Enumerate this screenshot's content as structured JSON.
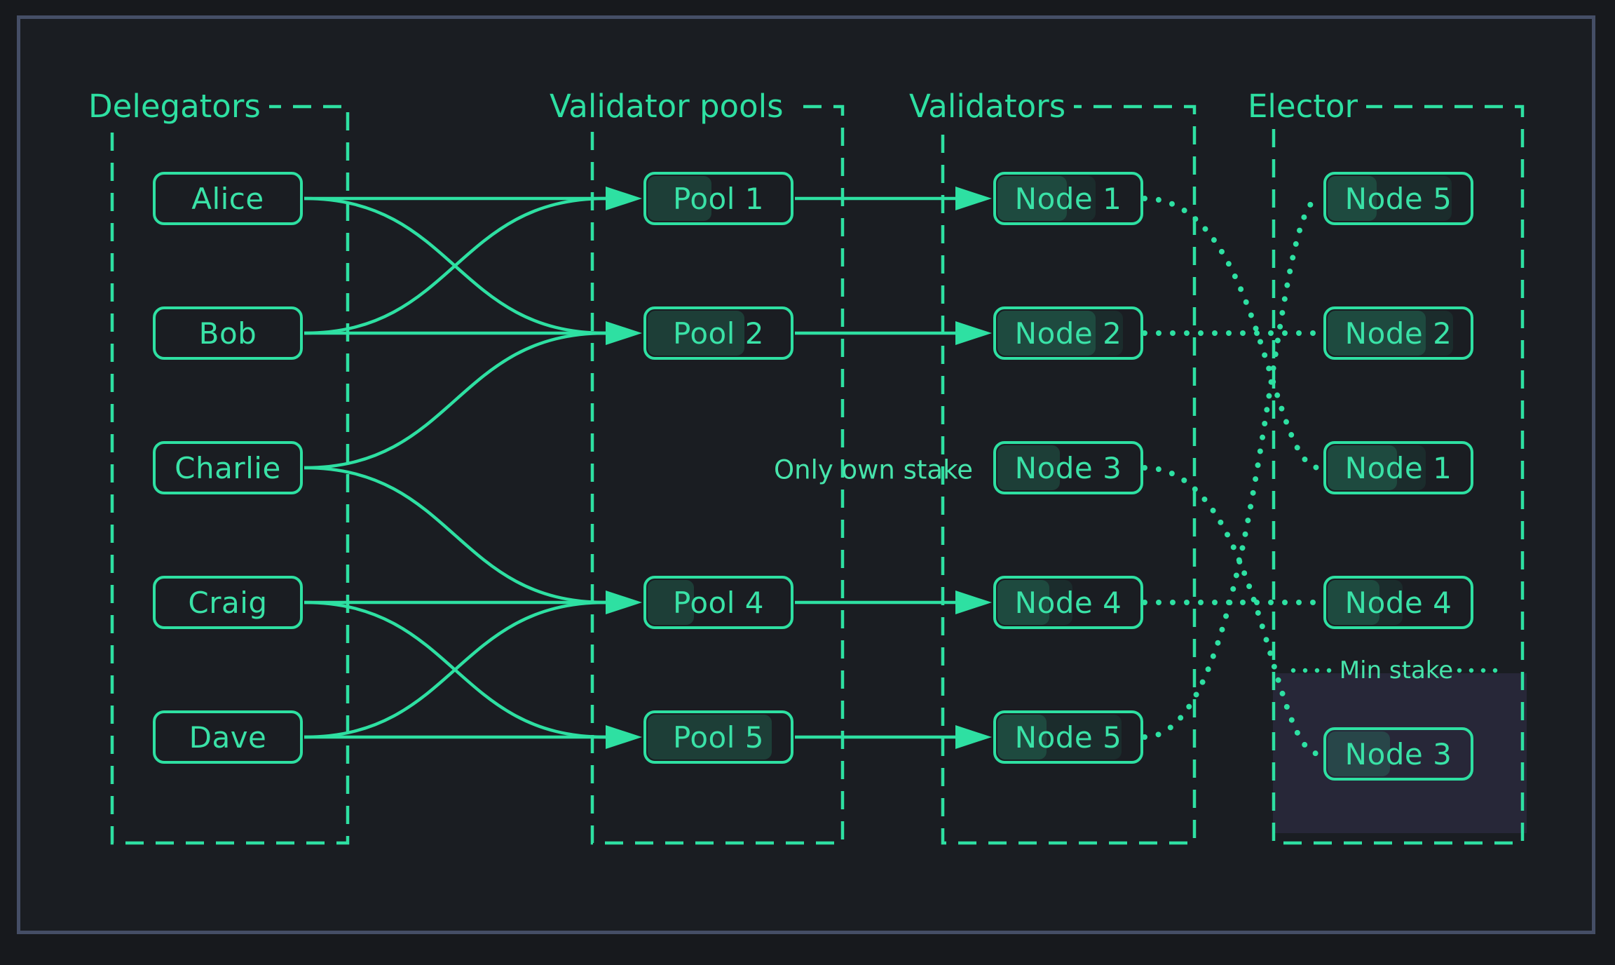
{
  "diagram_title": "Delegated staking / validator election diagram",
  "colors": {
    "accent_green": "#2ee0a2",
    "canvas_background": "#1a1d22",
    "outer_background": "#17191d",
    "frame_border": "#454e66",
    "stake_fill_strong": "rgba(46,224,162,0.17)",
    "stake_fill_light": "rgba(46,224,162,0.08)",
    "min_stake_region": "rgba(128,112,208,0.13)"
  },
  "columns": [
    {
      "id": "delegators",
      "title": "Delegators",
      "boxes": [
        {
          "id": "alice",
          "label": "Alice",
          "row": 0
        },
        {
          "id": "bob",
          "label": "Bob",
          "row": 1
        },
        {
          "id": "charlie",
          "label": "Charlie",
          "row": 2
        },
        {
          "id": "craig",
          "label": "Craig",
          "row": 3
        },
        {
          "id": "dave",
          "label": "Dave",
          "row": 4
        }
      ]
    },
    {
      "id": "pools",
      "title": "Validator pools",
      "boxes": [
        {
          "id": "pool1",
          "label": "Pool 1",
          "row": 0,
          "stake_fill": 0.44
        },
        {
          "id": "pool2",
          "label": "Pool 2",
          "row": 1,
          "stake_fill": 0.67
        },
        {
          "id": "pool4",
          "label": "Pool 4",
          "row": 3,
          "stake_fill": 0.32
        },
        {
          "id": "pool5",
          "label": "Pool 5",
          "row": 4,
          "stake_fill": 0.86
        }
      ]
    },
    {
      "id": "validators",
      "title": "Validators",
      "boxes": [
        {
          "id": "v-node1",
          "label": "Node 1",
          "row": 0,
          "own_stake_fill": 0.48,
          "total_stake_fill": 0.68
        },
        {
          "id": "v-node2",
          "label": "Node 2",
          "row": 1,
          "own_stake_fill": 0.68,
          "total_stake_fill": 0.87
        },
        {
          "id": "v-node3",
          "label": "Node 3",
          "row": 2,
          "own_stake_fill": 0.43
        },
        {
          "id": "v-node4",
          "label": "Node 4",
          "row": 3,
          "own_stake_fill": 0.36,
          "total_stake_fill": 0.52
        },
        {
          "id": "v-node5",
          "label": "Node 5",
          "row": 4,
          "own_stake_fill": 0.34,
          "total_stake_fill": 0.86
        }
      ]
    },
    {
      "id": "elector",
      "title": "Elector",
      "boxes": [
        {
          "id": "e-node5",
          "label": "Node 5",
          "row": 0,
          "own_stake_fill": 0.34,
          "total_stake_fill": 0.86
        },
        {
          "id": "e-node2",
          "label": "Node 2",
          "row": 1,
          "own_stake_fill": 0.68,
          "total_stake_fill": 0.87
        },
        {
          "id": "e-node1",
          "label": "Node 1",
          "row": 2,
          "own_stake_fill": 0.48,
          "total_stake_fill": 0.68
        },
        {
          "id": "e-node4",
          "label": "Node 4",
          "row": 3,
          "own_stake_fill": 0.36,
          "total_stake_fill": 0.52
        },
        {
          "id": "e-node3",
          "label": "Node 3",
          "row": 4,
          "own_stake_fill": 0.43,
          "below_min_stake": true
        }
      ]
    }
  ],
  "annotations": {
    "only_own_stake": "Only own stake",
    "min_stake": "Min stake"
  },
  "connections": [
    {
      "from": "alice",
      "to": "pool1",
      "line": "straight",
      "style": "solid"
    },
    {
      "from": "alice",
      "to": "pool2",
      "line": "curve",
      "style": "solid"
    },
    {
      "from": "bob",
      "to": "pool1",
      "line": "curve",
      "style": "solid"
    },
    {
      "from": "bob",
      "to": "pool2",
      "line": "straight",
      "style": "solid"
    },
    {
      "from": "charlie",
      "to": "pool2",
      "line": "curve",
      "style": "solid"
    },
    {
      "from": "charlie",
      "to": "pool4",
      "line": "curve",
      "style": "solid"
    },
    {
      "from": "craig",
      "to": "pool4",
      "line": "straight",
      "style": "solid"
    },
    {
      "from": "craig",
      "to": "pool5",
      "line": "curve",
      "style": "solid"
    },
    {
      "from": "dave",
      "to": "pool4",
      "line": "curve",
      "style": "solid"
    },
    {
      "from": "dave",
      "to": "pool5",
      "line": "straight",
      "style": "solid"
    },
    {
      "from": "pool1",
      "to": "v-node1",
      "line": "straight",
      "style": "solid"
    },
    {
      "from": "pool2",
      "to": "v-node2",
      "line": "straight",
      "style": "solid"
    },
    {
      "from": "pool4",
      "to": "v-node4",
      "line": "straight",
      "style": "solid"
    },
    {
      "from": "pool5",
      "to": "v-node5",
      "line": "straight",
      "style": "solid"
    },
    {
      "from": "v-node1",
      "to": "e-node1",
      "line": "curve",
      "style": "dotted"
    },
    {
      "from": "v-node2",
      "to": "e-node2",
      "line": "straight",
      "style": "dotted"
    },
    {
      "from": "v-node3",
      "to": "e-node3",
      "line": "curve",
      "style": "dotted"
    },
    {
      "from": "v-node4",
      "to": "e-node4",
      "line": "straight",
      "style": "dotted"
    },
    {
      "from": "v-node5",
      "to": "e-node5",
      "line": "curve",
      "style": "dotted"
    }
  ]
}
